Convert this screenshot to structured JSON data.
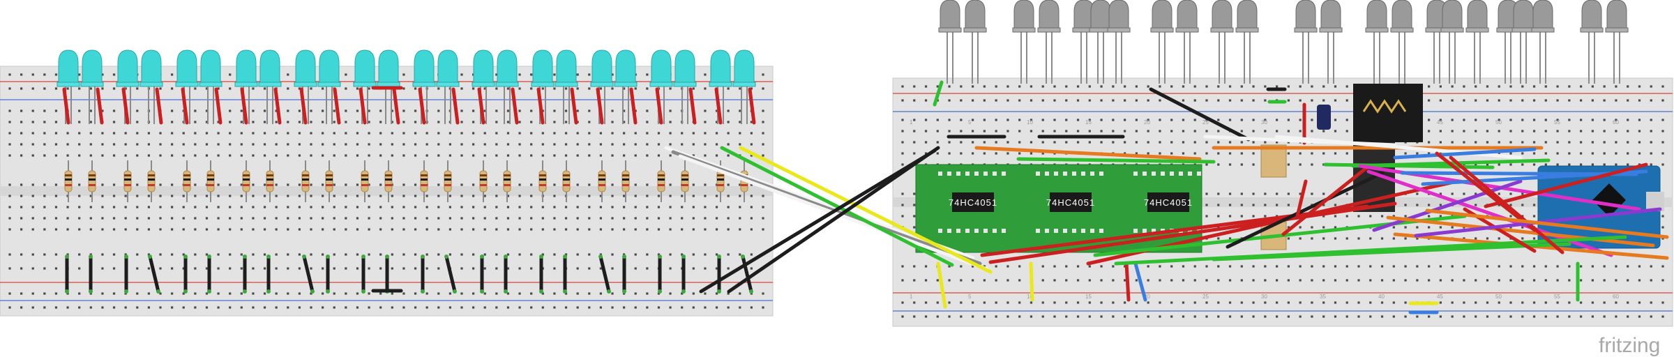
{
  "app": {
    "watermark": "fritzing"
  },
  "colors": {
    "breadboard": "#e3e3e3",
    "breadboard_edge": "#c8c8c8",
    "hole": "#4a4a4a",
    "hole_active": "#3ea83e",
    "rail_red": "#d4453a",
    "rail_blue": "#4a6fd1",
    "led_cyan": "#3fd6d6",
    "led_gray": "#9a9a9a",
    "resistor": "#d9b77a",
    "shift_board": "#2f9e3a",
    "arduino": "#1e6fb0",
    "radio": "#1a1a1a",
    "wire_red": "#cc1f1f",
    "wire_black": "#1d1d1d",
    "wire_green": "#2fc02f",
    "wire_yellow": "#e8e81a",
    "wire_white": "#f4f4f4",
    "wire_gray": "#8a8a8a",
    "wire_orange": "#e57a1f",
    "wire_blue": "#3a7de0",
    "wire_magenta": "#e02fc8",
    "wire_purple": "#8a3ad0"
  },
  "shift_registers": [
    {
      "label": "74HC4051"
    },
    {
      "label": "74HC4051"
    },
    {
      "label": "74HC4051"
    }
  ],
  "breadboard_right": {
    "col_numbers": [
      "1",
      "5",
      "10",
      "15",
      "20",
      "25",
      "30",
      "35",
      "40",
      "45",
      "50",
      "55",
      "60"
    ]
  }
}
